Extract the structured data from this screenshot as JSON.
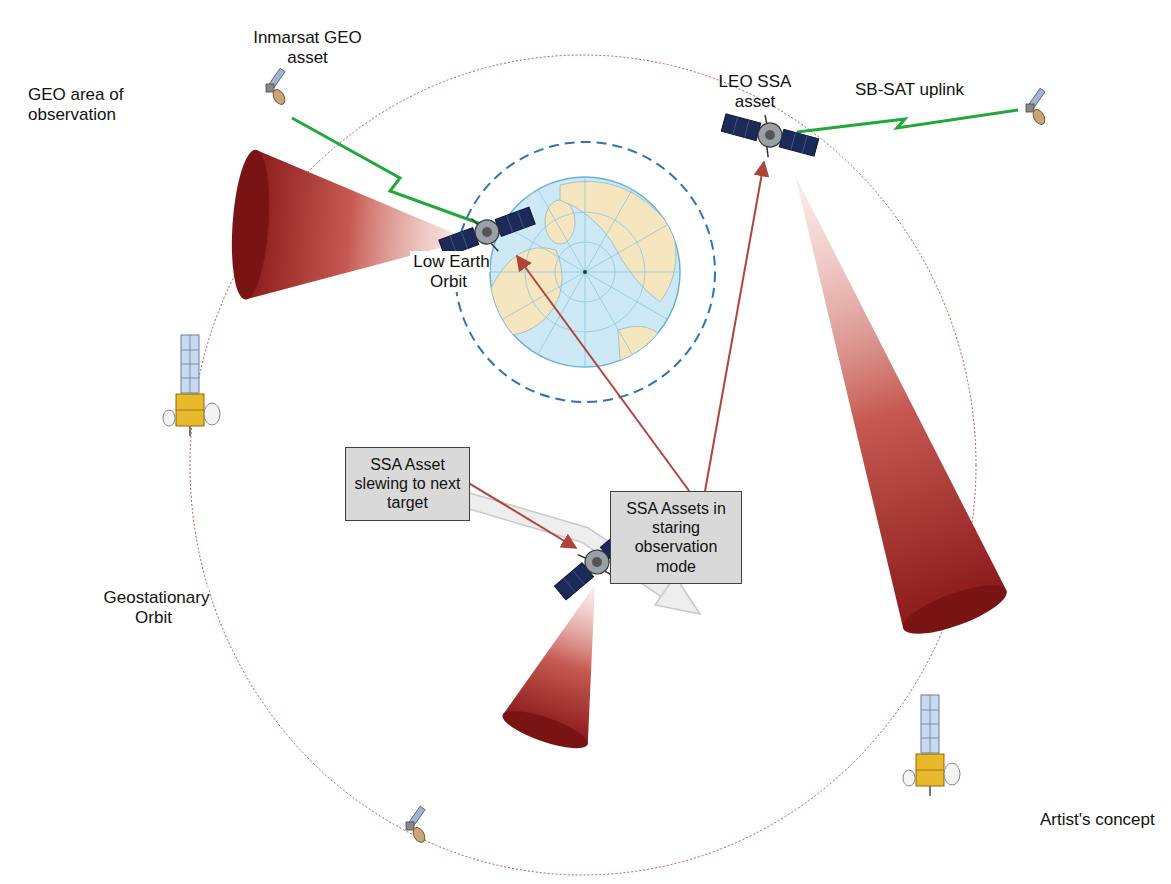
{
  "diagram": {
    "nodes": [
      {
        "text": [
          "SSA Asset slewing to next target"
        ]
      },
      {
        "text": [
          "SSA Assets in staring observation mode"
        ]
      }
    ],
    "labels": [
      "Inmarsat GEO asset",
      "LEO SSA asset",
      "SB-SAT uplink",
      "GEO area of observation",
      "Low Earth Orbit",
      "Geostationary Orbit",
      "Artist's concept"
    ]
  }
}
